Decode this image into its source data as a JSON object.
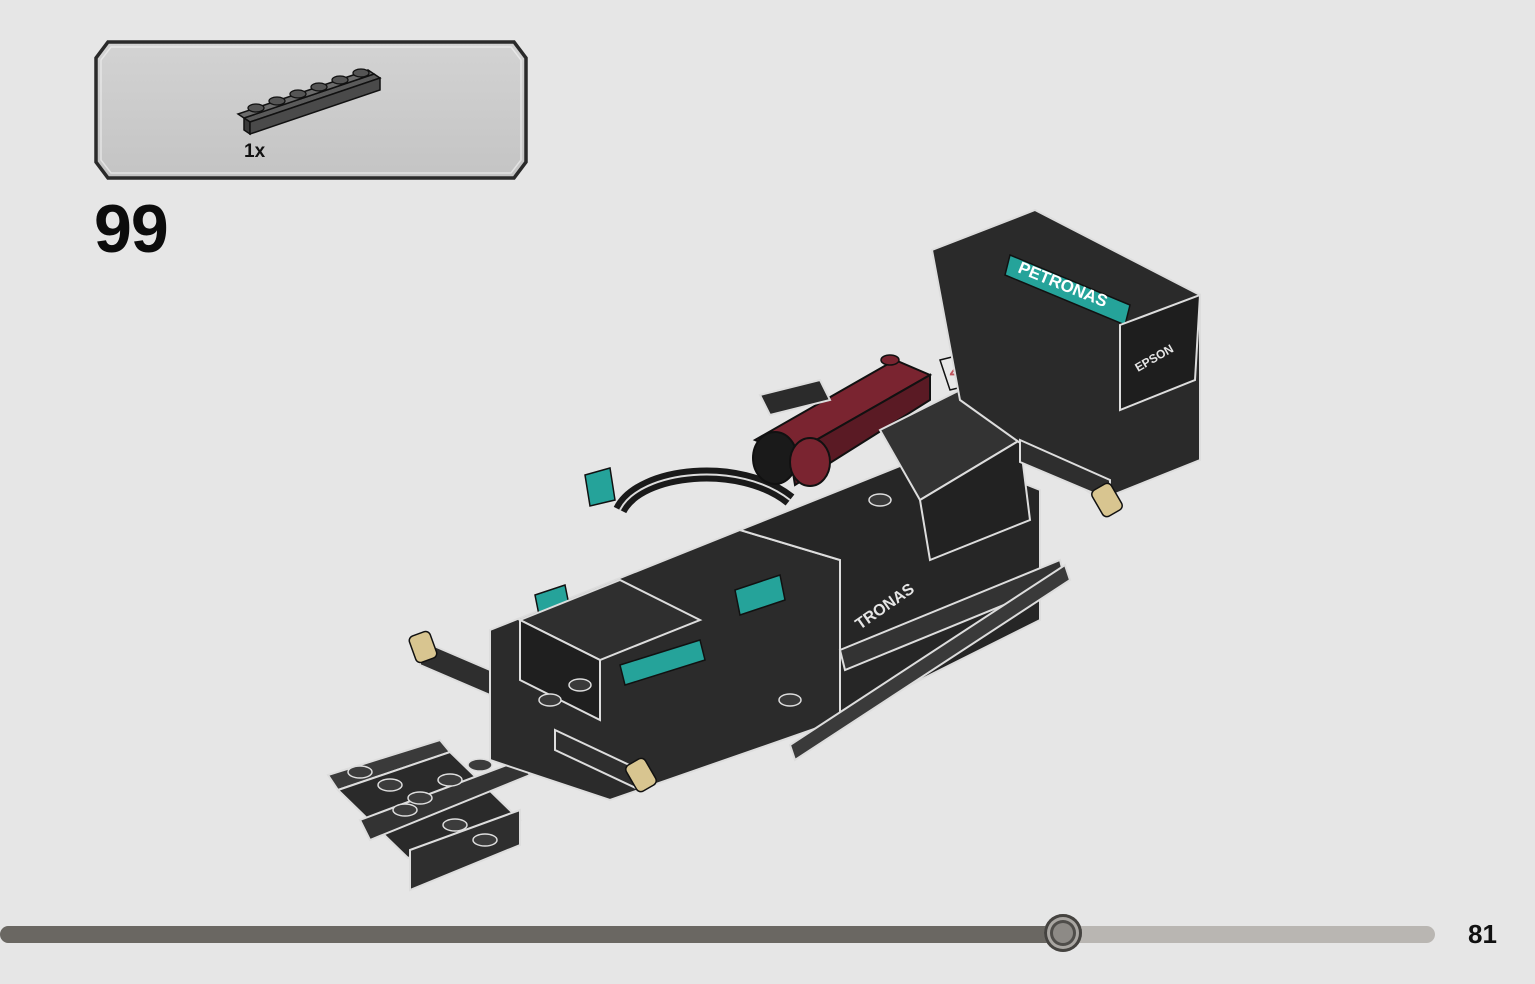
{
  "parts_callout": {
    "quantity": "1x",
    "part_icon": "dark-gray-plate-1x6-icon"
  },
  "step": {
    "number": "99"
  },
  "model": {
    "icon": "f1-car-build-illustration",
    "sponsor_wing": "PETRONAS",
    "sponsor_side": "EPSON",
    "sidepod_text": "TRONAS",
    "car_number": "44",
    "colors": {
      "bricks": "#2b2b2b",
      "teal": "#25a39a",
      "maroon": "#7a2430",
      "axle": "#d8c590"
    }
  },
  "progress": {
    "fraction": 0.741
  },
  "page": {
    "number": "81"
  }
}
